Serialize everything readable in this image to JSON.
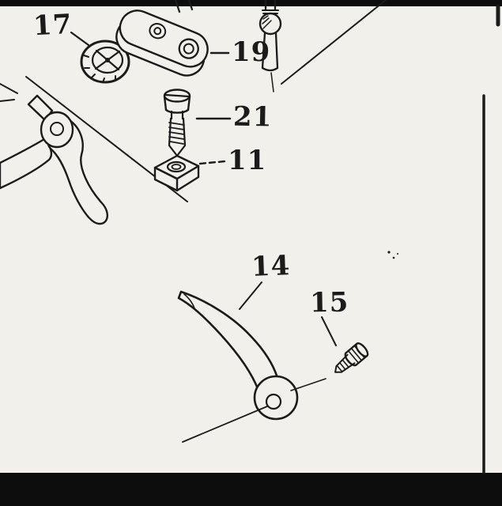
{
  "figure": {
    "type": "exploded-parts-diagram",
    "part_labels": {
      "knob": "17",
      "bracket": "19",
      "screw": "21",
      "nut": "11",
      "lever": "14",
      "thumb_screw": "15"
    }
  },
  "colors": {
    "paper": "#f2f0ea",
    "ink": "#1b1b1b",
    "letterbox": "#0d0d0d"
  }
}
